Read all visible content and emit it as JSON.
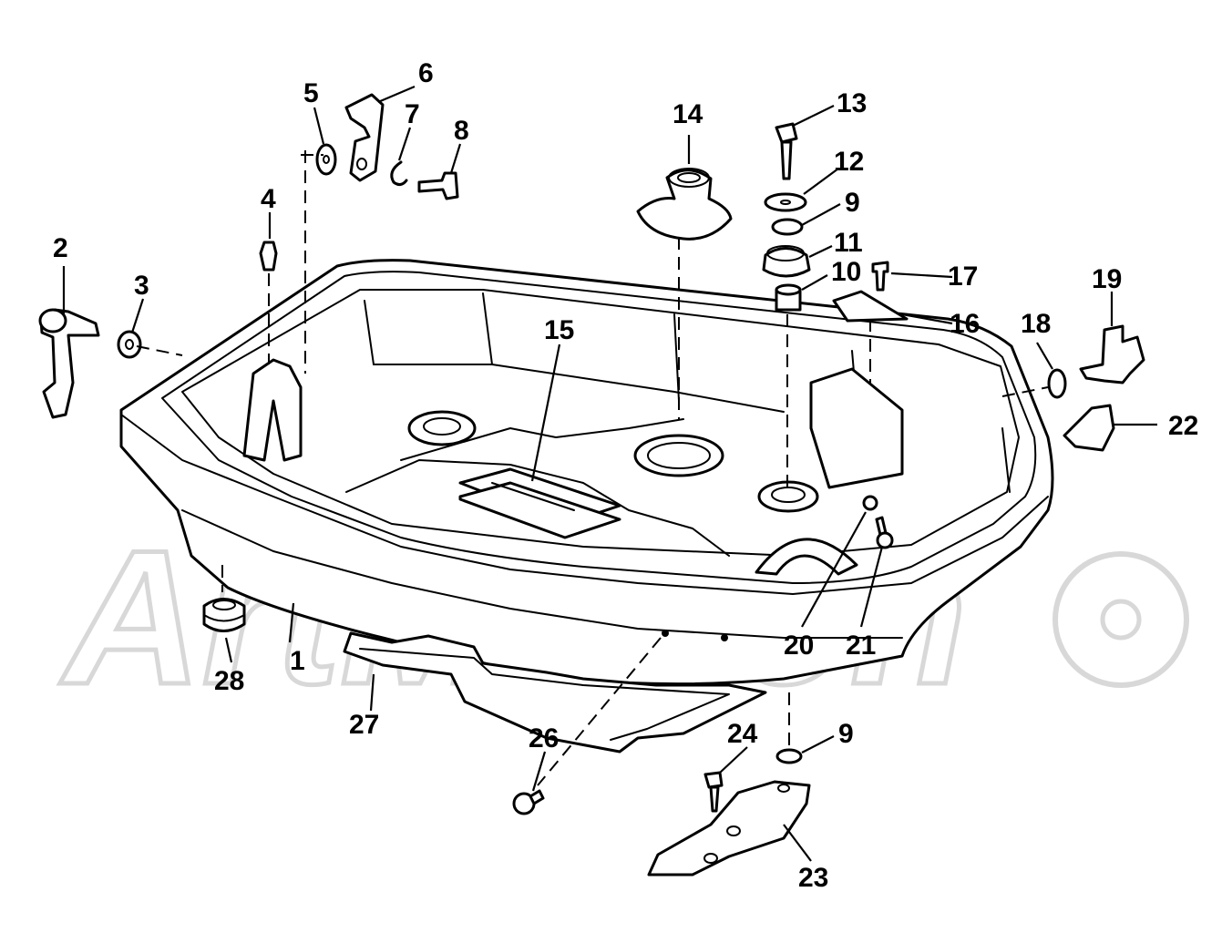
{
  "watermark": {
    "text": "ArtMotion"
  },
  "callouts": {
    "c1": "1",
    "c2": "2",
    "c3": "3",
    "c4": "4",
    "c5": "5",
    "c6": "6",
    "c7": "7",
    "c8": "8",
    "c9a": "9",
    "c9b": "9",
    "c10": "10",
    "c11": "11",
    "c12": "12",
    "c13": "13",
    "c14": "14",
    "c15": "15",
    "c16": "16",
    "c17": "17",
    "c18": "18",
    "c19": "19",
    "c20": "20",
    "c21": "21",
    "c22": "22",
    "c23": "23",
    "c24": "24",
    "c26": "26",
    "c27": "27",
    "c28": "28"
  }
}
